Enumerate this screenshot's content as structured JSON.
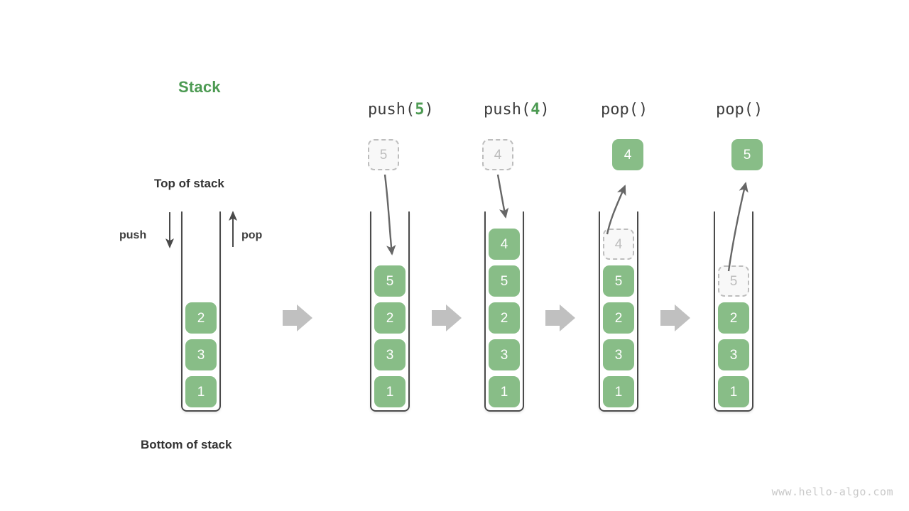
{
  "diagram": {
    "title": "Stack",
    "top_label": "Top of stack",
    "bottom_label": "Bottom of stack",
    "push_label": "push",
    "pop_label": "pop",
    "watermark": "www.hello-algo.com",
    "colors": {
      "element_green": "#88bd87",
      "title_green": "#4c9a52",
      "ghost_gray": "#bdbdbd",
      "container_border": "#4a4a4a",
      "transition_arrow": "#c0c0c0",
      "curve_arrow": "#666666",
      "text_dark": "#333333"
    },
    "columns": [
      {
        "id": "initial",
        "header": null,
        "header_fn": null,
        "header_arg": null,
        "stack": [
          "2",
          "3",
          "1"
        ],
        "floating": null,
        "ghost_top": null
      },
      {
        "id": "push-5",
        "header": "push(5)",
        "header_fn_open": "push(",
        "header_arg": "5",
        "header_fn_close": ")",
        "stack": [
          "5",
          "2",
          "3",
          "1"
        ],
        "floating": {
          "value": "5",
          "style": "ghost"
        },
        "ghost_top": null,
        "motion": "in"
      },
      {
        "id": "push-4",
        "header": "push(4)",
        "header_fn_open": "push(",
        "header_arg": "4",
        "header_fn_close": ")",
        "stack": [
          "4",
          "5",
          "2",
          "3",
          "1"
        ],
        "floating": {
          "value": "4",
          "style": "ghost"
        },
        "ghost_top": null,
        "motion": "in"
      },
      {
        "id": "pop-1",
        "header": "pop()",
        "header_fn_open": "pop(",
        "header_arg": "",
        "header_fn_close": ")",
        "stack": [
          "5",
          "2",
          "3",
          "1"
        ],
        "floating": {
          "value": "4",
          "style": "solid"
        },
        "ghost_top": "4",
        "motion": "out"
      },
      {
        "id": "pop-2",
        "header": "pop()",
        "header_fn_open": "pop(",
        "header_arg": "",
        "header_fn_close": ")",
        "stack": [
          "2",
          "3",
          "1"
        ],
        "floating": {
          "value": "5",
          "style": "solid"
        },
        "ghost_top": "5",
        "motion": "out"
      }
    ],
    "transition_arrows": 4
  }
}
